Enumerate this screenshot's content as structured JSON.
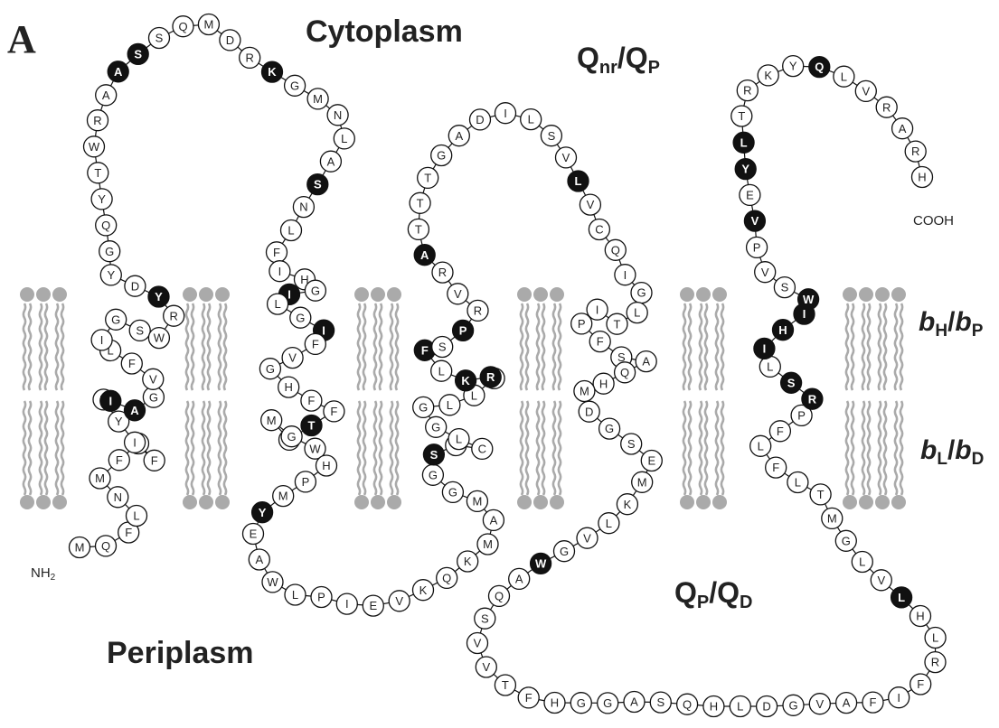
{
  "panel_label": "A",
  "regions": {
    "cytoplasm": "Cytoplasm",
    "periplasm": "Periplasm"
  },
  "sites": {
    "qnr_qp": {
      "a": "Q",
      "a_sub": "nr",
      "sep": "/",
      "b": "Q",
      "b_sub": "P"
    },
    "qp_qd": {
      "a": "Q",
      "a_sub": "P",
      "sep": "/",
      "b": "Q",
      "b_sub": "D"
    },
    "heme_high": {
      "a": "b",
      "a_sub": "H",
      "sep": "/",
      "b": "b",
      "b_sub": "P"
    },
    "heme_low": {
      "a": "b",
      "a_sub": "L",
      "sep": "/",
      "b": "b",
      "b_sub": "D"
    }
  },
  "termini": {
    "n": {
      "main": "NH",
      "sub": "2"
    },
    "c": "COOH"
  },
  "colors": {
    "residue_fill": "#ffffff",
    "highlight_fill": "#111111",
    "outline": "#111111",
    "lipid": "#aaaaaa",
    "text": "#222222"
  },
  "sequence": "MQFLNMFDFIYPIAGVFLIGSWRYDYGQYTWRAASSQMDRKGMNLASNLFIHGILGIFVGHFFTLMGWHPMYEAWLPIEVKQKMAMGGSGCLGGLLRRKLFSPRVRATTTGADILSVLVCQIGLTIPFSAQHMDGSEMKLVGWAQSVVTFHGGASQHLDGVAFIFRLHLVLGMTLFLFPRSLIHIWSVPVEYLTRKYQLVRARH",
  "highlighted_positions": [
    12,
    13,
    23,
    33,
    34,
    40,
    46,
    53,
    56,
    63,
    71,
    88,
    97,
    98,
    100,
    102,
    106,
    117,
    142,
    168,
    179,
    180,
    182,
    183,
    184,
    185,
    189,
    191,
    192,
    197
  ]
}
